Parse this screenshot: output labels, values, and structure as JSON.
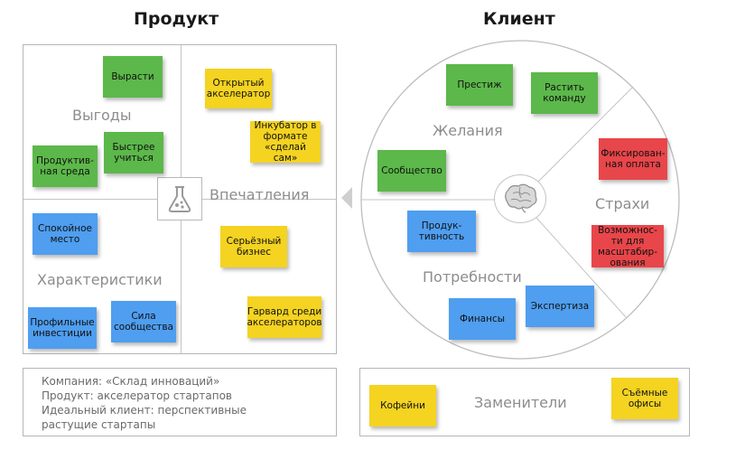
{
  "titles": {
    "product": "Продукт",
    "client": "Клиент"
  },
  "product": {
    "sections": {
      "benefits": "Выгоды",
      "experiences": "Впечатления",
      "features": "Характеристики"
    },
    "notes": {
      "grow": "Вырасти",
      "productive_env": "Продуктив-ная среда",
      "learn_faster": "Быстрее учиться",
      "open_accelerator": "Открытый акселератор",
      "incubator": "Инкубатор в формате «сделай сам»",
      "serious_business": "Серьёзный бизнес",
      "harvard": "Гарвард среди акселераторов",
      "calm_place": "Спокойное место",
      "profile_investments": "Профильные инвестиции",
      "community_strength": "Сила сообщества"
    }
  },
  "client": {
    "sections": {
      "wants": "Желания",
      "fears": "Страхи",
      "needs": "Потребности"
    },
    "notes": {
      "prestige": "Престиж",
      "grow_team": "Растить команду",
      "community": "Сообщество",
      "fixed_pay": "Фиксирован-ная оплата",
      "scaling": "Возможнос-ти для масштабир-ования",
      "productivity": "Продук-тивность",
      "finance": "Финансы",
      "expertise": "Экспертиза"
    }
  },
  "info": {
    "company": "Компания: «Склад инноваций»",
    "product": "Продукт: акселератор стартапов",
    "ideal_client_1": "Идеальный клиент: перспективные",
    "ideal_client_2": "растущие стартапы"
  },
  "substitutes": {
    "label": "Заменители",
    "cafes": "Кофейни",
    "offices": "Съёмные офисы"
  },
  "colors": {
    "green": "#5cb84a",
    "yellow": "#f4d321",
    "blue": "#4f9ef0",
    "red": "#e8464a",
    "border": "#b5b5b5"
  },
  "icons": [
    "flask-icon",
    "brain-icon",
    "arrow-left-icon"
  ]
}
